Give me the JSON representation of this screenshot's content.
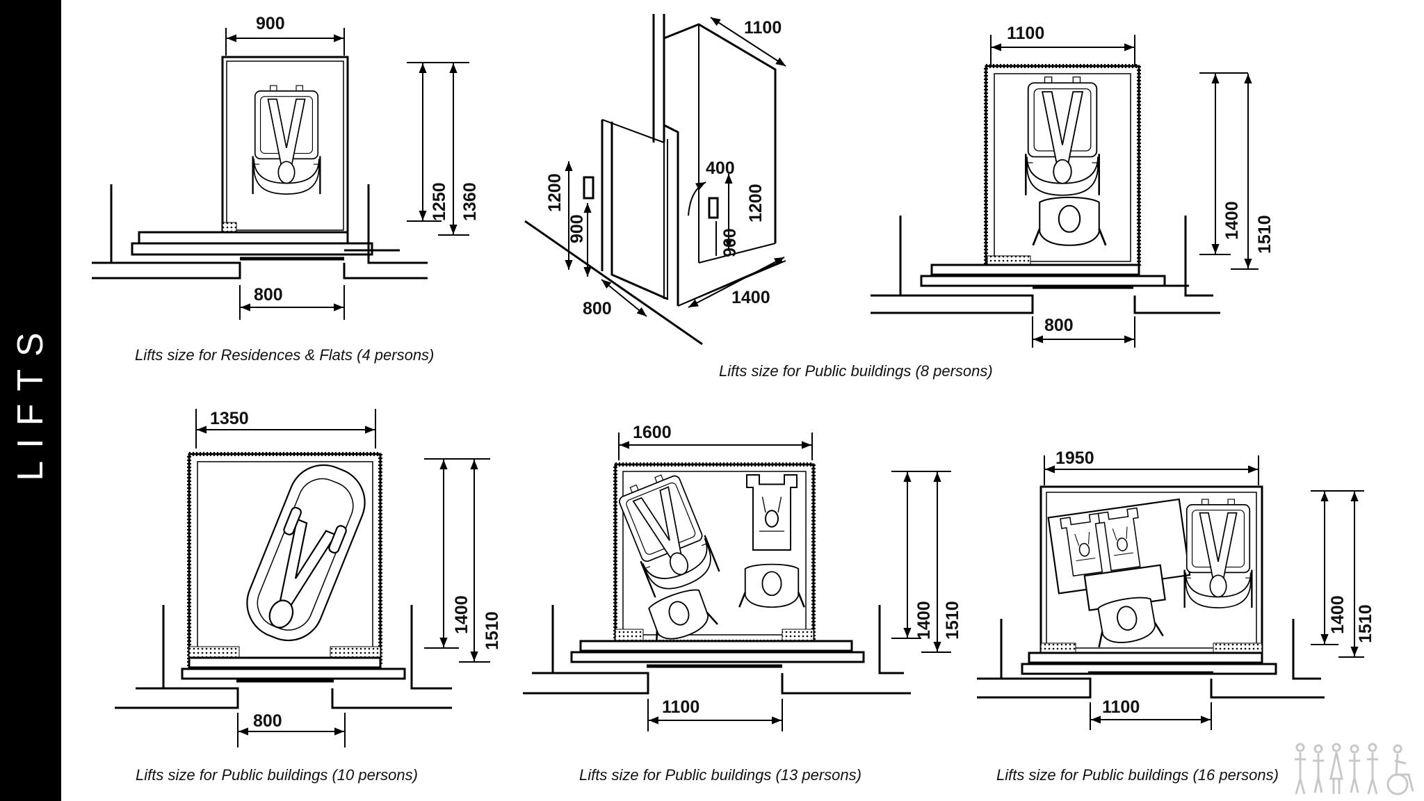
{
  "sidebar": {
    "title": "LIFTS"
  },
  "captions": {
    "res4": "Lifts size for Residences & Flats (4 persons)",
    "pub8": "Lifts size for Public buildings (8 persons)",
    "pub10": "Lifts size for Public buildings (10 persons)",
    "pub13": "Lifts size for Public buildings (13 persons)",
    "pub16": "Lifts size for Public buildings (16 persons)"
  },
  "dims": {
    "res4": {
      "width": "900",
      "door": "800",
      "inner_depth": "1250",
      "outer_depth": "1360"
    },
    "iso8": {
      "width": "1100",
      "depth": "1400",
      "door": "800",
      "handrail": "400",
      "h1200_left": "1200",
      "h900_left": "900",
      "h1200_right": "1200",
      "h900_right": "900"
    },
    "pub8": {
      "width": "1100",
      "door": "800",
      "inner_depth": "1400",
      "outer_depth": "1510"
    },
    "pub10": {
      "width": "1350",
      "door": "800",
      "inner_depth": "1400",
      "outer_depth": "1510"
    },
    "pub13": {
      "width": "1600",
      "door": "1100",
      "inner_depth": "1400",
      "outer_depth": "1510"
    },
    "pub16": {
      "width": "1950",
      "door": "1100",
      "inner_depth": "1400",
      "outer_depth": "1510"
    }
  },
  "icons": {
    "wheelchair": "wheelchair-user-icon",
    "logo": "accessibility-logo-icon"
  }
}
